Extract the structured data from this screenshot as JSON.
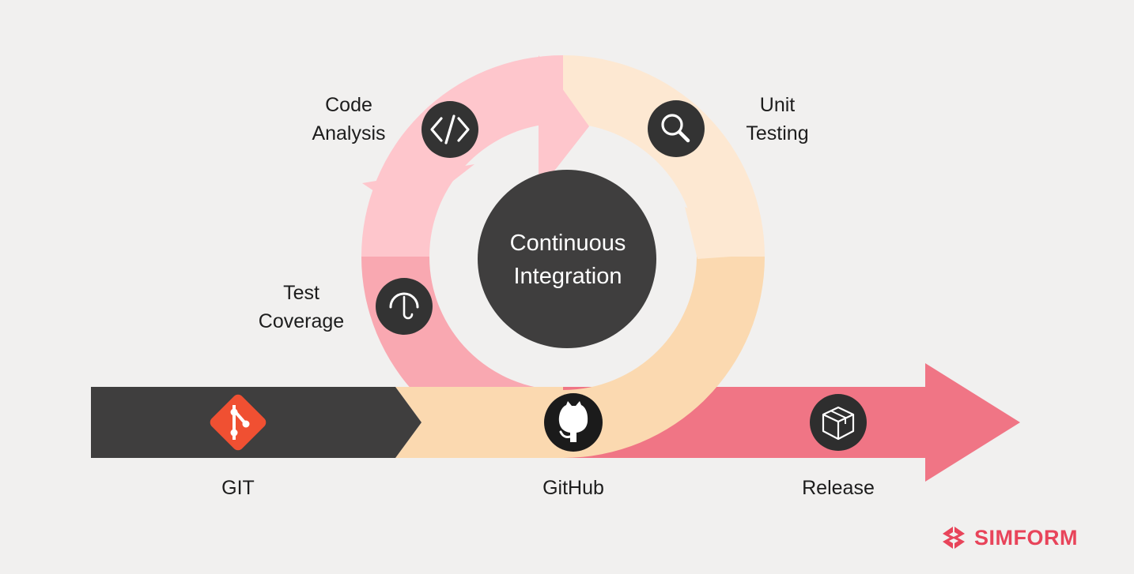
{
  "diagram": {
    "center": {
      "line1": "Continuous",
      "line2": "Integration"
    },
    "cycle_stages": [
      {
        "id": "code-analysis",
        "line1": "Code",
        "line2": "Analysis",
        "icon": "code-icon"
      },
      {
        "id": "unit-testing",
        "line1": "Unit",
        "line2": "Testing",
        "icon": "magnifier-icon"
      },
      {
        "id": "test-coverage",
        "line1": "Test",
        "line2": "Coverage",
        "icon": "umbrella-icon"
      }
    ],
    "pipeline": [
      {
        "id": "git",
        "label": "GIT",
        "icon": "git-icon"
      },
      {
        "id": "github",
        "label": "GitHub",
        "icon": "github-icon"
      },
      {
        "id": "release",
        "label": "Release",
        "icon": "package-icon"
      }
    ]
  },
  "brand": {
    "name": "SIMFORM",
    "icon": "simform-logo-icon"
  },
  "colors": {
    "background": "#f1f0ef",
    "dark": "#3f3e3e",
    "pink_light": "#fec6cc",
    "pink": "#f9a8b1",
    "peach_light": "#fde8d2",
    "peach": "#fbd9b0",
    "release_red": "#f07585",
    "git_orange": "#f05032",
    "brand_red": "#e8445a"
  }
}
